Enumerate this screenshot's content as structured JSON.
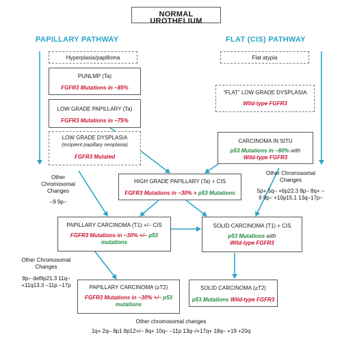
{
  "title": "NORMAL UROTHELIUM",
  "pathways": {
    "left": "PAPILLARY PATHWAY",
    "right": "FLAT (CIS) PATHWAY"
  },
  "boxes": {
    "hyperplasia": "Hyperplasia/papilloma",
    "flat_atypia": "Flat atypia",
    "punlmp": {
      "title": "PUNLMP (Ta)",
      "note": "FGFR3 Mutations in ~85%"
    },
    "lgp": {
      "title": "LOW GRADE PAPILLARY (Ta)",
      "note": "FGFR3 Mutations in ~75%"
    },
    "lgd": {
      "title": "LOW GRADE DYSPLASIA",
      "subtitle": "(incipient papillary neoplasia)",
      "note": "FGFR3 Mutated"
    },
    "flat_lgd": {
      "title": "“FLAT” LOW GRADE DYSPLASIA",
      "note": "Wild-type FGFR3"
    },
    "cis": {
      "title": "CARCINOMA IN SITU",
      "note_green": "p53 Mutations in ~80%",
      "note_mid": " with",
      "note_red": "Wild-type FGFR3"
    },
    "hgp": {
      "title": "HIGH GRADE PAPILLARY (Ta) + CIS",
      "note_red": "FGFR3 Mutations in ~30% +",
      "note_green": " p53 Mutations"
    },
    "pc_t1": {
      "title": "PAPILLARY CARCINOMA (T1) +/– CIS",
      "note_red": "FGFR3 Mutations in ~30% +/–",
      "note_green1": " p53",
      "note_green2": "mutations"
    },
    "sc_t1": {
      "title": "SOLID CARCINOMA (T1) + CIS",
      "note_green": "p53 Mutations",
      "note_mid": " with",
      "note_red": "Wild-type FGFR3"
    },
    "pc_t2": {
      "title": "PAPILLARY CARCINOMA (≥T2)",
      "note_red": "FGFR3 Mutations in ~30% +/–",
      "note_green1": " p53",
      "note_green2": "mutations"
    },
    "sc_t2": {
      "title": "SOLID CARCINOMA (≥T2)",
      "note_green": "p53 Mutations",
      "note_red": " Wild-type FGFR3"
    }
  },
  "notes": {
    "left1": {
      "line1": "Other Chromosomal",
      "line2": "Changes",
      "line3": "–9 9p–"
    },
    "right1": {
      "line1": "Other Chromosomal",
      "line2": "Changes",
      "line3": "5p+ 5q– +6p22.3 8p– 8q+ –",
      "line4": "9 9p– +10p15.1 13q–17p–"
    },
    "left2": {
      "line1": "Other Chromosomal",
      "line2": "Changes",
      "line3": "9p– del9p21.3 11q–",
      "line4": "+11q13.3 –11p –17p"
    },
    "bottom": {
      "line1": "Other chromosomal changes",
      "line2": "1q+ 2q– 8p1 8p12+/– 8q+ 10q– –11p 13q–/+17q+ 18q– +19 +20q"
    }
  },
  "colors": {
    "arrow": "#29a3c9",
    "red": "#c8102e",
    "green": "#1e8b3c"
  }
}
